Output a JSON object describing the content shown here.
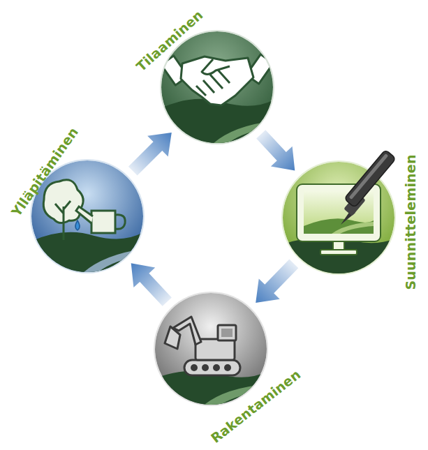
{
  "diagram": {
    "nodes": [
      {
        "text": [
          "Tilaaminen"
        ]
      },
      {
        "text": [
          "Suunnitteleminen"
        ]
      },
      {
        "text": [
          "Rakentaminen"
        ]
      },
      {
        "text": [
          "Ylläpitäminen"
        ]
      }
    ],
    "edges": [
      {
        "from": 0,
        "to": 1,
        "arrow": "to"
      },
      {
        "from": 1,
        "to": 2,
        "arrow": "to"
      },
      {
        "from": 2,
        "to": 3,
        "arrow": "to"
      },
      {
        "from": 3,
        "to": 0,
        "arrow": "to"
      }
    ]
  }
}
